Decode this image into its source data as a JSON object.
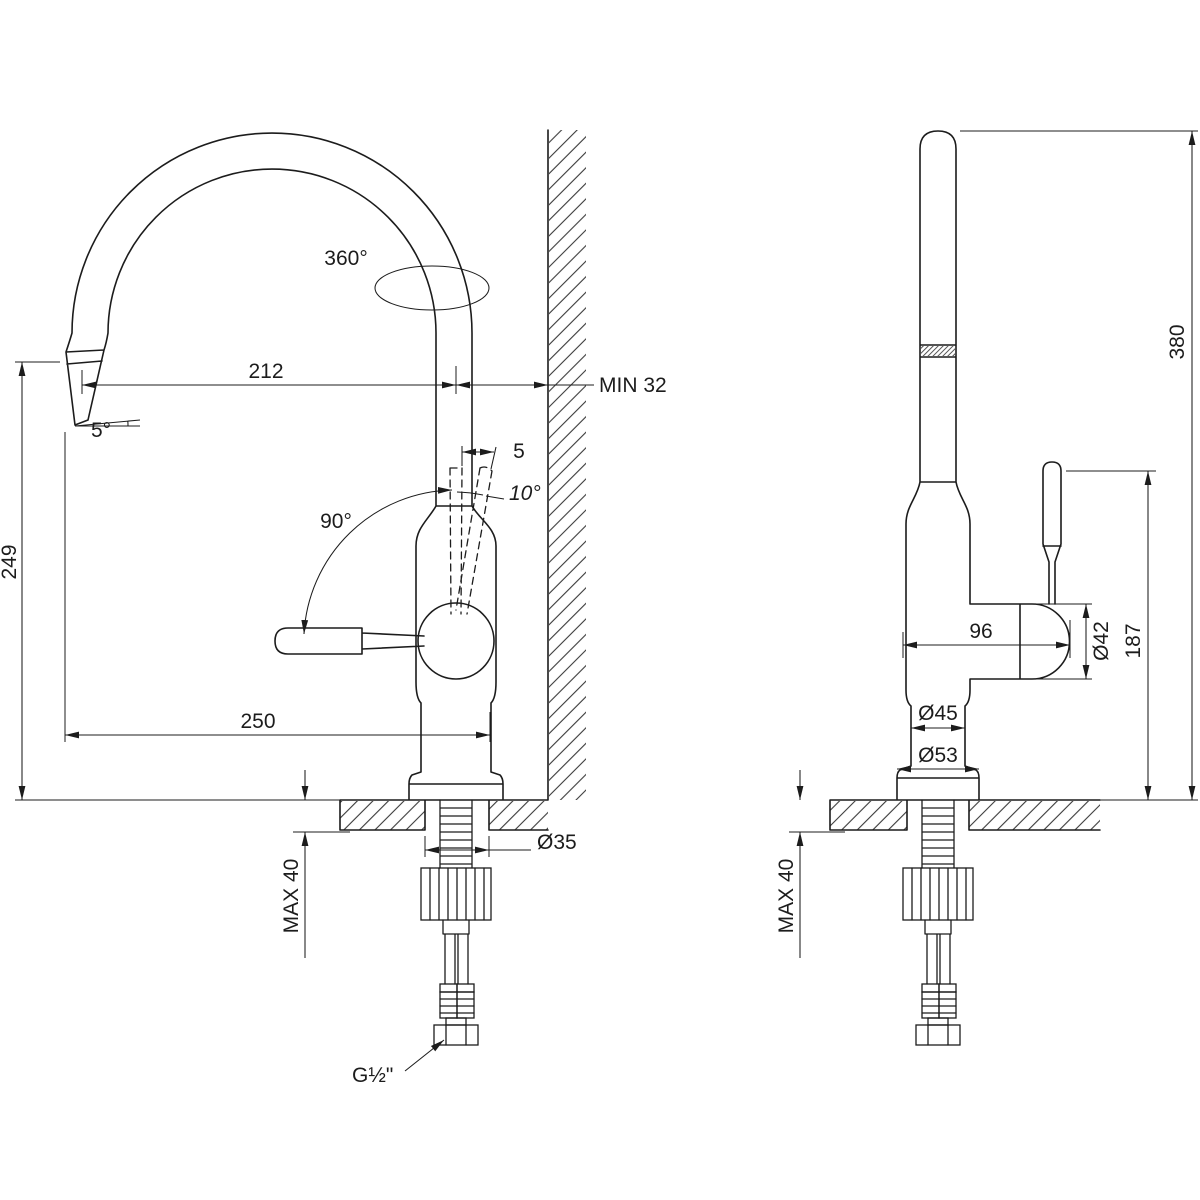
{
  "drawing": {
    "background": "#ffffff",
    "ink": "#1c1c1c",
    "front_view": {
      "swivel_angle": "360°",
      "spout_reach": "212",
      "wall_clearance": "MIN 32",
      "spout_tilt": "5°",
      "lever_top_travel": "5",
      "lever_tilt": "10°",
      "lever_swing": "90°",
      "outlet_height": "249",
      "overall_reach": "250",
      "deck_thickness_max": "MAX 40",
      "hole_diameter": "Ø35",
      "supply_thread": "G½\""
    },
    "side_view": {
      "overall_height": "380",
      "lever_offset": "96",
      "hub_diameter": "Ø42",
      "lever_height": "187",
      "body_diameter": "Ø45",
      "base_diameter": "Ø53",
      "deck_thickness_max": "MAX 40"
    }
  }
}
